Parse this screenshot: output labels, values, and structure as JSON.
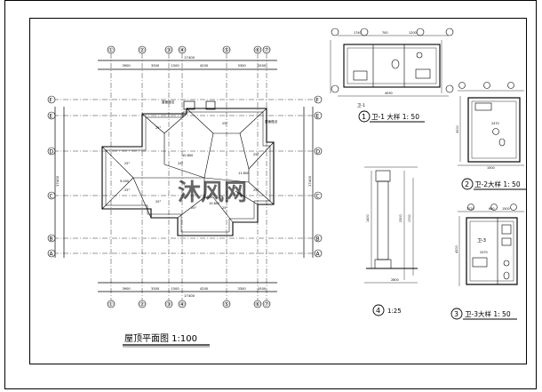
{
  "colors": {
    "line": "#000000",
    "background": "#ffffff",
    "watermark": "#c8c8c8"
  },
  "main_plan": {
    "title": "屋顶平面图 1:100",
    "top_axes": [
      "①",
      "②",
      "③",
      "④",
      "⑤",
      "⑥",
      "⑦"
    ],
    "bottom_axes": [
      "①",
      "②",
      "③",
      "④",
      "⑤",
      "⑥",
      "⑦"
    ],
    "left_axes": [
      "F",
      "E",
      "D",
      "C",
      "B",
      "A"
    ],
    "right_axes": [
      "F",
      "E",
      "D",
      "C",
      "B",
      "A"
    ],
    "top_dims": [
      "3900",
      "3300",
      "1500",
      "4200",
      "3300",
      "1500"
    ],
    "top_total": "17400",
    "bottom_dims": [
      "3900",
      "3300",
      "1500",
      "4200",
      "3300",
      "1500"
    ],
    "bottom_total": "17400",
    "left_total": "17400",
    "right_total": "17400",
    "roof_labels": [
      "25°",
      "25°",
      "25°",
      "25°",
      "25°",
      "25°",
      "25°",
      "25°",
      "25°",
      "25°"
    ],
    "elevations": [
      "9.000",
      "10.800",
      "10.800",
      "11.800"
    ],
    "notes": [
      "屋面做法",
      "屋面做法"
    ]
  },
  "detail1": {
    "title": "卫-1 大样 1: 50",
    "number": "1",
    "note": "卫-1",
    "dims": [
      "1740",
      "700",
      "1200",
      "4090"
    ]
  },
  "detail2": {
    "title": "卫-2大样 1: 50",
    "number": "2",
    "dims": [
      "1500",
      "2470",
      "3000"
    ]
  },
  "detail3": {
    "title": "卫-3大样 1: 50",
    "number": "3",
    "room": "卫-3",
    "dims": [
      "1120",
      "600",
      "1500",
      "2470",
      "4200"
    ]
  },
  "detail4": {
    "title": "1:25",
    "number": "4",
    "dims": [
      "1400",
      "2300",
      "1700",
      "2800"
    ]
  },
  "watermark": "沐风网"
}
